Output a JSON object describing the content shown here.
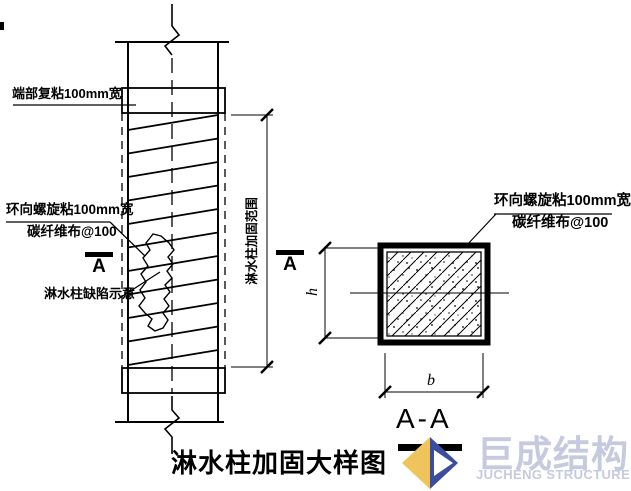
{
  "title": "淋水柱加固大样图",
  "elevation": {
    "end_bond_label": "端部复粘100mm宽",
    "spiral_label_line1": "环向螺旋粘100mm宽",
    "spiral_label_line2": "碳纤维布@100",
    "defect_label": "淋水柱缺陷示意",
    "section_mark_left": "A",
    "section_mark_right": "A",
    "range_label": "淋水柱加固范围"
  },
  "section": {
    "title": "A-A",
    "spiral_label_line1": "环向螺旋粘100mm宽",
    "spiral_label_line2": "碳纤维布@100",
    "height_dim": "h",
    "width_dim": "b"
  },
  "logo": {
    "company_cn": "巨成结构",
    "company_en": "JUCHENG STRUCTURE"
  },
  "colors": {
    "line": "#000000",
    "background": "#ffffff",
    "logo_text": "#c6cade",
    "logo_yellow": "#f0c45c",
    "logo_blue": "#3c4da0"
  }
}
